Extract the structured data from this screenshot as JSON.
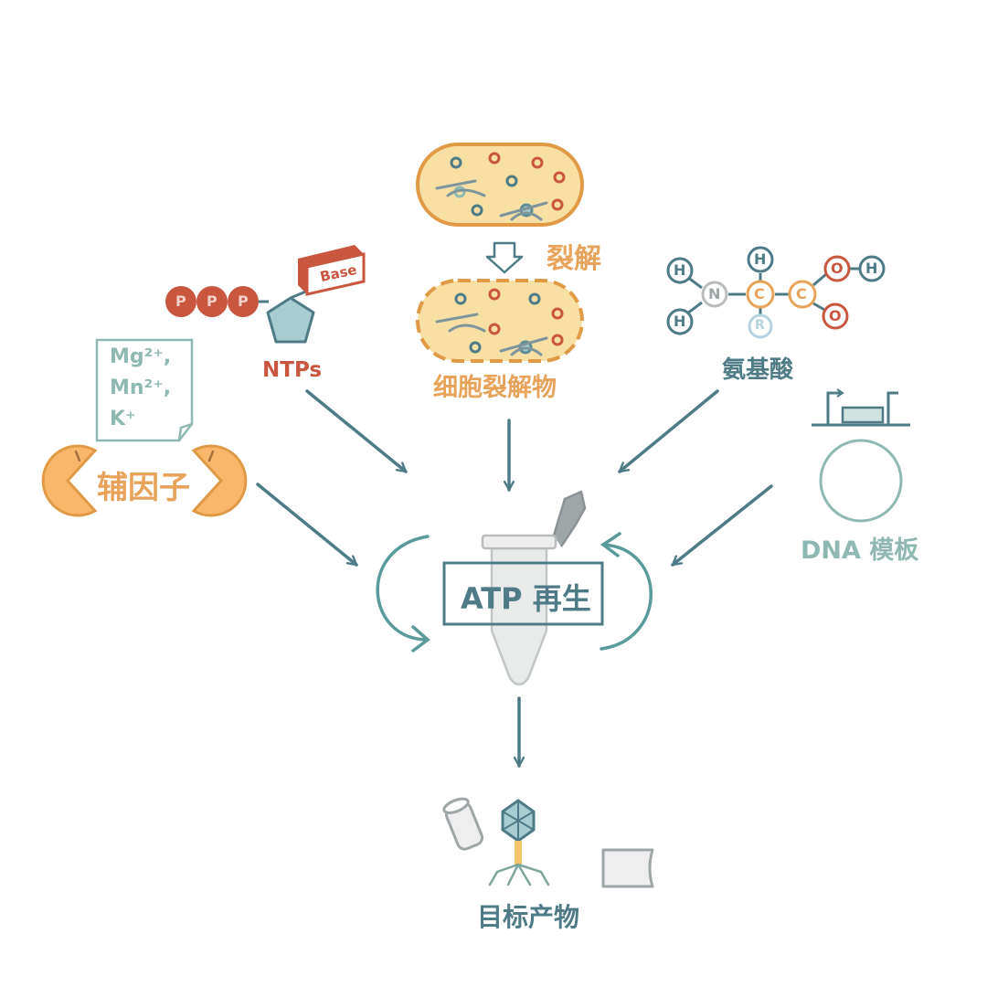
{
  "colors": {
    "teal": "#4e7b85",
    "light_teal": "#8fb8b2",
    "orange": "#e8a35a",
    "light_orange": "#f8dfa4",
    "red": "#c9563f",
    "gray": "#b9bcbd"
  },
  "labels": {
    "cell_lysis": "裂解",
    "cell_lysate": "细胞裂解物",
    "ntps": "NTPs",
    "base": "Base",
    "phosphate": "P",
    "amino_acid": "氨基酸",
    "cofactor": "辅因子",
    "dna_template": "DNA 模板",
    "atp_regeneration": "ATP 再生",
    "target_product": "目标产物"
  },
  "ions": [
    "Mg²⁺,",
    "Mn²⁺,",
    "K⁺"
  ],
  "atoms": {
    "h": "H",
    "n": "N",
    "c": "C",
    "o": "O",
    "r": "R"
  }
}
